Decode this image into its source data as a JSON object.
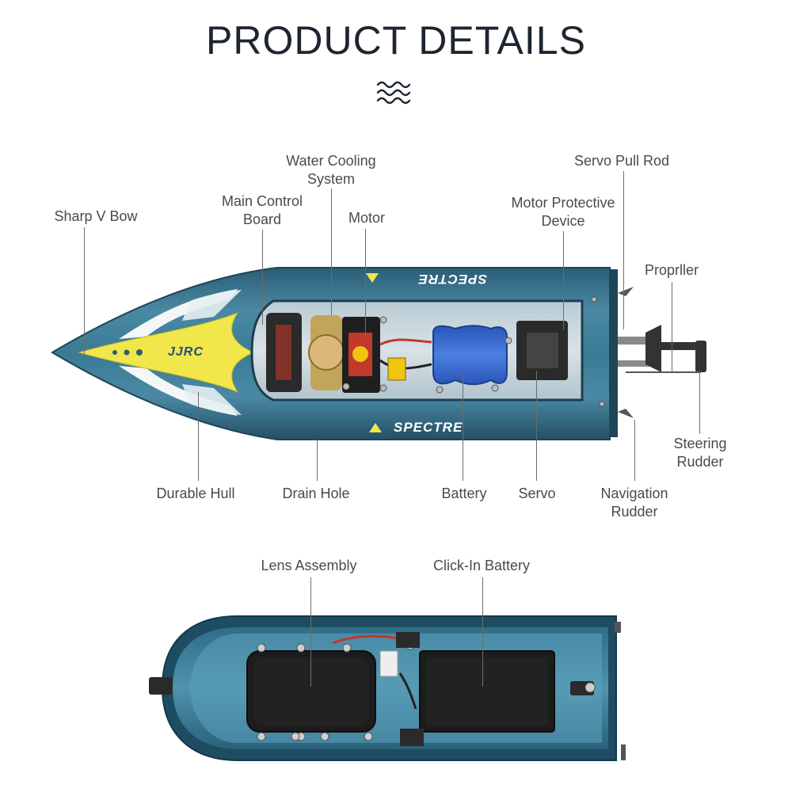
{
  "title": "PRODUCT DETAILS",
  "colors": {
    "hull": "#3d7d98",
    "hull_dark": "#23536a",
    "accent": "#f1e64a",
    "battery": "#2f63c9"
  },
  "top_view": {
    "brand_text": "JJRC",
    "model_text": "SPECTRE",
    "labels": {
      "water_cooling": [
        "Water Cooling",
        "System"
      ],
      "servo_pull_rod": "Servo Pull Rod",
      "main_control": [
        "Main Control",
        "Board"
      ],
      "motor_protective": [
        "Motor Protective",
        "Device"
      ],
      "sharp_v_bow": "Sharp V Bow",
      "motor": "Motor",
      "propeller": "Proprller",
      "steering_rudder": [
        "Steering",
        "Rudder"
      ],
      "durable_hull": "Durable Hull",
      "drain_hole": "Drain Hole",
      "battery": "Battery",
      "servo": "Servo",
      "navigation_rudder": [
        "Navigation",
        "Rudder"
      ]
    }
  },
  "bottom_view": {
    "labels": {
      "lens_assembly": "Lens Assembly",
      "click_in_battery": "Click-In Battery"
    }
  }
}
